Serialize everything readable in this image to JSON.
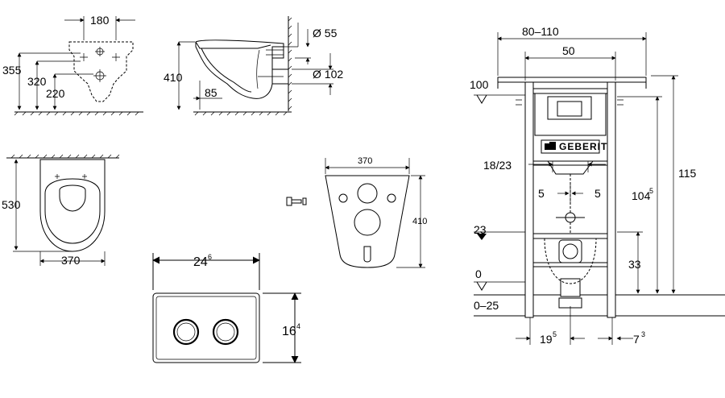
{
  "top_view_wc": {
    "width": "180",
    "h1": "355",
    "h2": "320",
    "h3": "220"
  },
  "side_view_wc": {
    "height": "410",
    "depth": "85",
    "d1": "Ø 55",
    "d2": "Ø 102"
  },
  "plan_view_wc": {
    "length": "530",
    "width": "370"
  },
  "sound_pad": {
    "width": "370",
    "height": "410"
  },
  "flush_plate": {
    "width": "24",
    "width_sup": "6",
    "height": "16",
    "height_sup": "4"
  },
  "frame": {
    "width_range": "80–110",
    "width_inner": "50",
    "level_top": "100",
    "height_total": "115",
    "height_frame": "104",
    "height_frame_sup": "5",
    "bracket_spacing": "18/23",
    "offset_left": "5",
    "offset_right": "5",
    "level_23": "23",
    "drain_height": "33",
    "level_0": "0",
    "floor_range": "0–25",
    "offset_bottom": "19",
    "offset_bottom_sup": "5",
    "offset_side": "7",
    "offset_side_sup": "3",
    "brand": "GEBERIT"
  }
}
